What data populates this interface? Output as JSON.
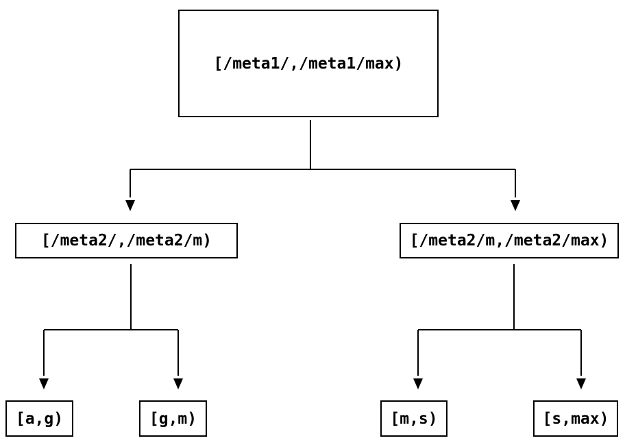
{
  "diagram": {
    "type": "binary-interval-tree",
    "colors": {
      "background": "#ffffff",
      "line": "#000000",
      "text": "#000000"
    },
    "nodes": {
      "root": {
        "label": "[/meta1/,/meta1/max)"
      },
      "left": {
        "label": "[/meta2/,/meta2/m)"
      },
      "right": {
        "label": "[/meta2/m,/meta2/max)"
      },
      "leaf_ag": {
        "label": "[a,g)"
      },
      "leaf_gm": {
        "label": "[g,m)"
      },
      "leaf_ms": {
        "label": "[m,s)"
      },
      "leaf_smax": {
        "label": "[s,max)"
      }
    },
    "edges": [
      {
        "from": "root",
        "to": "left"
      },
      {
        "from": "root",
        "to": "right"
      },
      {
        "from": "left",
        "to": "leaf_ag"
      },
      {
        "from": "left",
        "to": "leaf_gm"
      },
      {
        "from": "right",
        "to": "leaf_ms"
      },
      {
        "from": "right",
        "to": "leaf_smax"
      }
    ]
  }
}
